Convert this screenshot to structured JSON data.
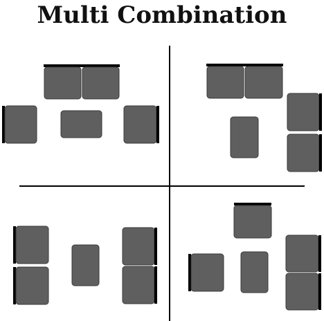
{
  "title": "Multi Combination",
  "colors": {
    "background": "#ffffff",
    "cushion": "#5f5f5f",
    "cushion_border": "#3a3a3a",
    "backrest": "#000000",
    "divider": "#000000"
  },
  "quadrants": [
    {
      "name": "top-left-layout",
      "pieces": [
        "loveseat",
        "armchair-left",
        "coffee-table",
        "armchair-right"
      ]
    },
    {
      "name": "top-right-layout",
      "pieces": [
        "loveseat",
        "coffee-table",
        "armchair-right-upper",
        "armchair-right-lower"
      ]
    },
    {
      "name": "bottom-left-layout",
      "pieces": [
        "armchair-left-upper",
        "armchair-left-lower",
        "coffee-table",
        "armchair-right-upper",
        "armchair-right-lower"
      ]
    },
    {
      "name": "bottom-right-layout",
      "pieces": [
        "armchair-top",
        "armchair-left",
        "coffee-table",
        "armchair-right-upper",
        "armchair-right-lower"
      ]
    }
  ]
}
